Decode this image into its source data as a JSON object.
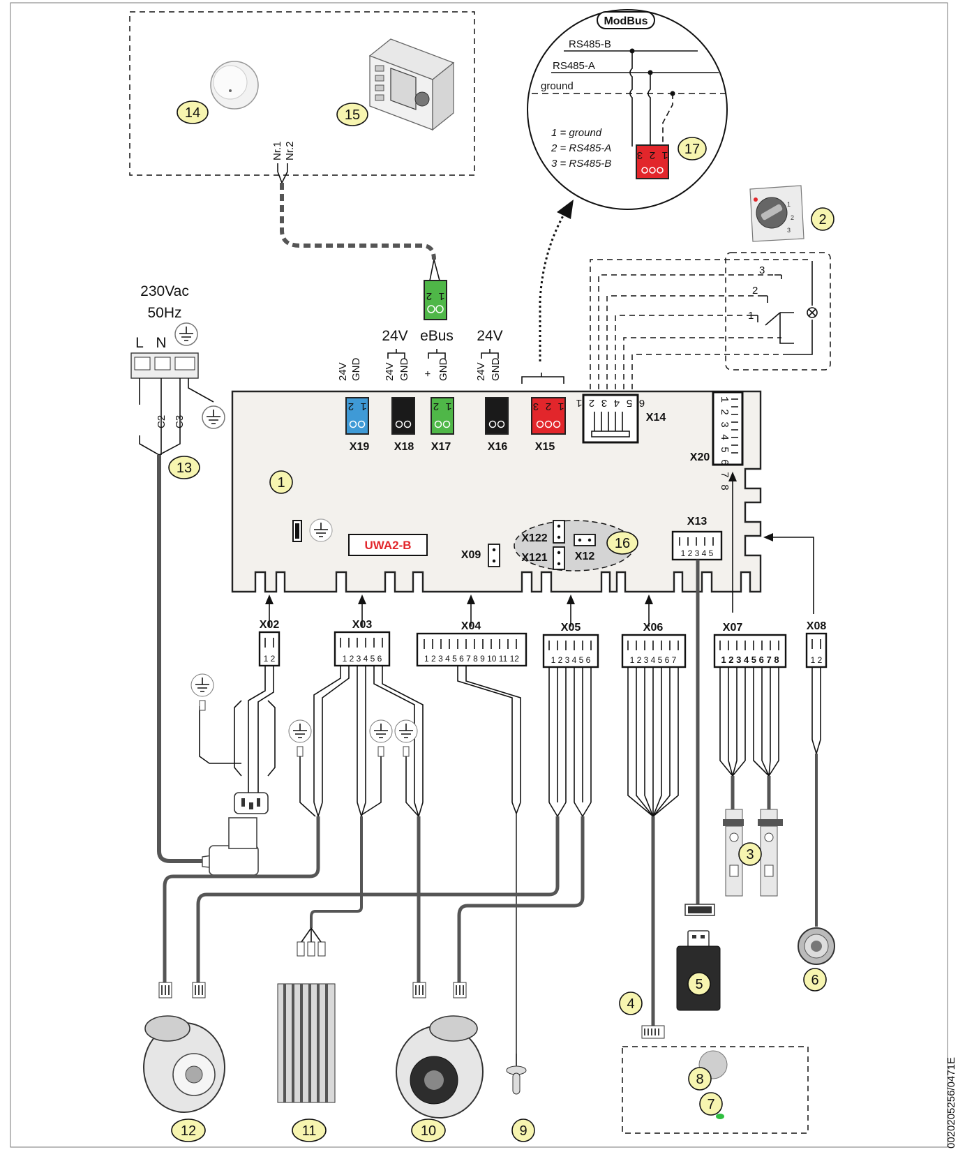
{
  "texts": {
    "modbus": "ModBus",
    "rs485b": "RS485-B",
    "rs485a": "RS485-A",
    "ground": "ground",
    "legend1": "1 = ground",
    "legend2": "2 = RS485-A",
    "legend3": "3 = RS485-B",
    "v230": "230Vac",
    "hz50": "50Hz",
    "L": "L",
    "N": "N",
    "C2": "C2",
    "C3": "C3",
    "nr1": "Nr.1",
    "nr2": "Nr.2",
    "v24a": "24V",
    "ebus": "eBus",
    "v24b": "24V",
    "pin24v": "24V",
    "pingnd": "GND",
    "plus": "+",
    "board": "UWA2-B",
    "side_code": "0020205256/0471E"
  },
  "connectors": {
    "X19": "X19",
    "X18": "X18",
    "X17": "X17",
    "X16": "X16",
    "X15": "X15",
    "X14": "X14",
    "X20": "X20",
    "X13": "X13",
    "X12": "X12",
    "X121": "X121",
    "X122": "X122",
    "X09": "X09",
    "X02": "X02",
    "X03": "X03",
    "X04": "X04",
    "X05": "X05",
    "X06": "X06",
    "X07": "X07",
    "X08": "X08"
  },
  "pins": {
    "p12": "1 2",
    "p123": "1 2 3",
    "p12345": "1 2 3 4 5",
    "p123456": "1 2 3 4 5 6",
    "p1234567": "1 2 3 4 5 6 7",
    "p12345678": "1 2 3 4 5 6 7 8",
    "p1to12": "1 2 3 4 5 6 7 8 9 10 11 12",
    "x14pins": "6 5 4 3 2 1",
    "x20pins": "1 2 3 4 5 6 7 8"
  },
  "switch_pos": [
    "1",
    "2",
    "3"
  ],
  "callouts": [
    "1",
    "2",
    "3",
    "4",
    "5",
    "6",
    "7",
    "8",
    "9",
    "10",
    "11",
    "12",
    "13",
    "14",
    "15",
    "16",
    "17"
  ],
  "colors": {
    "callout_fill": "#f7f5b0",
    "board_fill": "#f3f1ed",
    "blue": "#3f9ad6",
    "green": "#4fb748",
    "red": "#e2262b",
    "black_conn": "#1a1a1a",
    "cable": "#555555",
    "board_label": "#e2262b"
  }
}
